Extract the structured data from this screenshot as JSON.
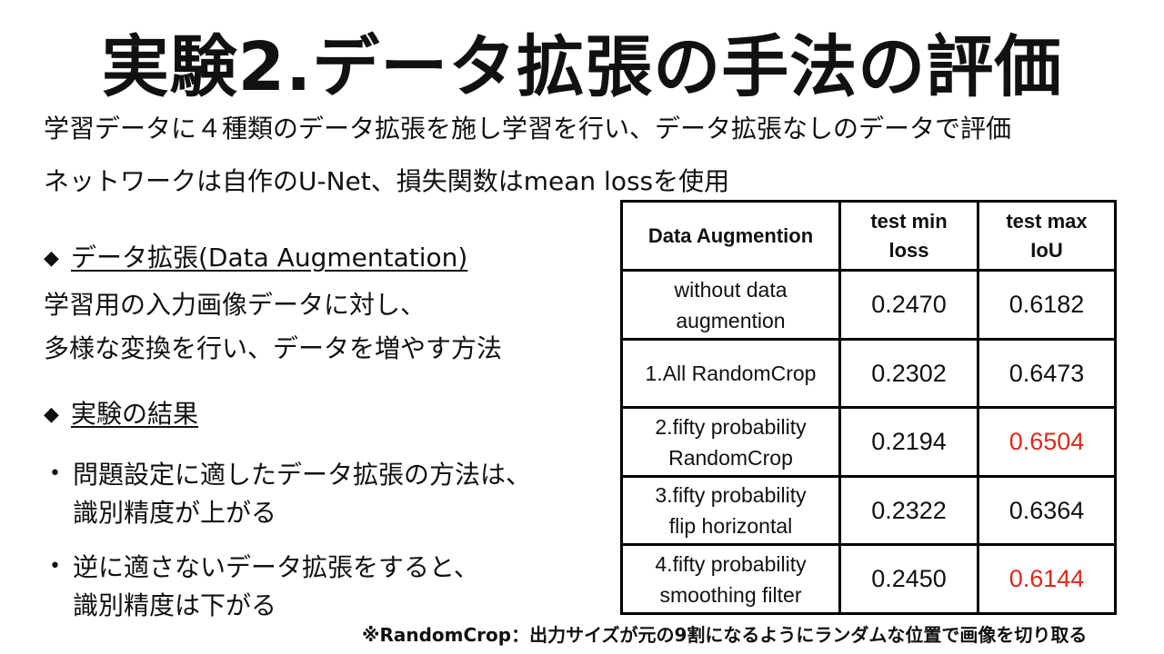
{
  "title": "実験2.データ拡張の手法の評価",
  "intro_lines": [
    "学習データに４種類のデータ拡張を施し学習を行い、データ拡張なしのデータで評価",
    "ネットワークは自作のU-Net、損失関数はmean lossを使用"
  ],
  "section1": {
    "marker": "◆",
    "heading": "データ拡張(Data Augmentation)",
    "lines": [
      "学習用の入力画像データに対し、",
      "多様な変換を行い、データを増やす方法"
    ]
  },
  "section2": {
    "marker": "◆",
    "heading": "実験の結果",
    "bullets": [
      {
        "marker": "•",
        "lines": [
          "問題設定に適したデータ拡張の方法は、",
          "識別精度が上がる"
        ]
      },
      {
        "marker": "•",
        "lines": [
          "逆に適さないデータ拡張をすると、",
          "識別精度は下がる"
        ]
      }
    ]
  },
  "table": {
    "headers": [
      "Data Augmention",
      "test min loss",
      "test max IoU"
    ],
    "header_lines": [
      [
        "Data Augmention"
      ],
      [
        "test min",
        "loss"
      ],
      [
        "test max",
        "IoU"
      ]
    ],
    "rows": [
      {
        "label_lines": [
          "without data",
          "augmention"
        ],
        "loss": "0.2470",
        "iou": "0.6182",
        "iou_highlight": false
      },
      {
        "label_lines": [
          "1.All RandomCrop"
        ],
        "loss": "0.2302",
        "iou": "0.6473",
        "iou_highlight": false
      },
      {
        "label_lines": [
          "2.fifty probability",
          "RandomCrop"
        ],
        "loss": "0.2194",
        "iou": "0.6504",
        "iou_highlight": true
      },
      {
        "label_lines": [
          "3.fifty probability",
          "flip horizontal"
        ],
        "loss": "0.2322",
        "iou": "0.6364",
        "iou_highlight": false
      },
      {
        "label_lines": [
          "4.fifty probability",
          "smoothing filter"
        ],
        "loss": "0.2450",
        "iou": "0.6144",
        "iou_highlight": true
      }
    ],
    "highlight_color": "#e0261a"
  },
  "footnote": "※RandomCrop：出力サイズが元の9割になるようにランダムな位置で画像を切り取る"
}
